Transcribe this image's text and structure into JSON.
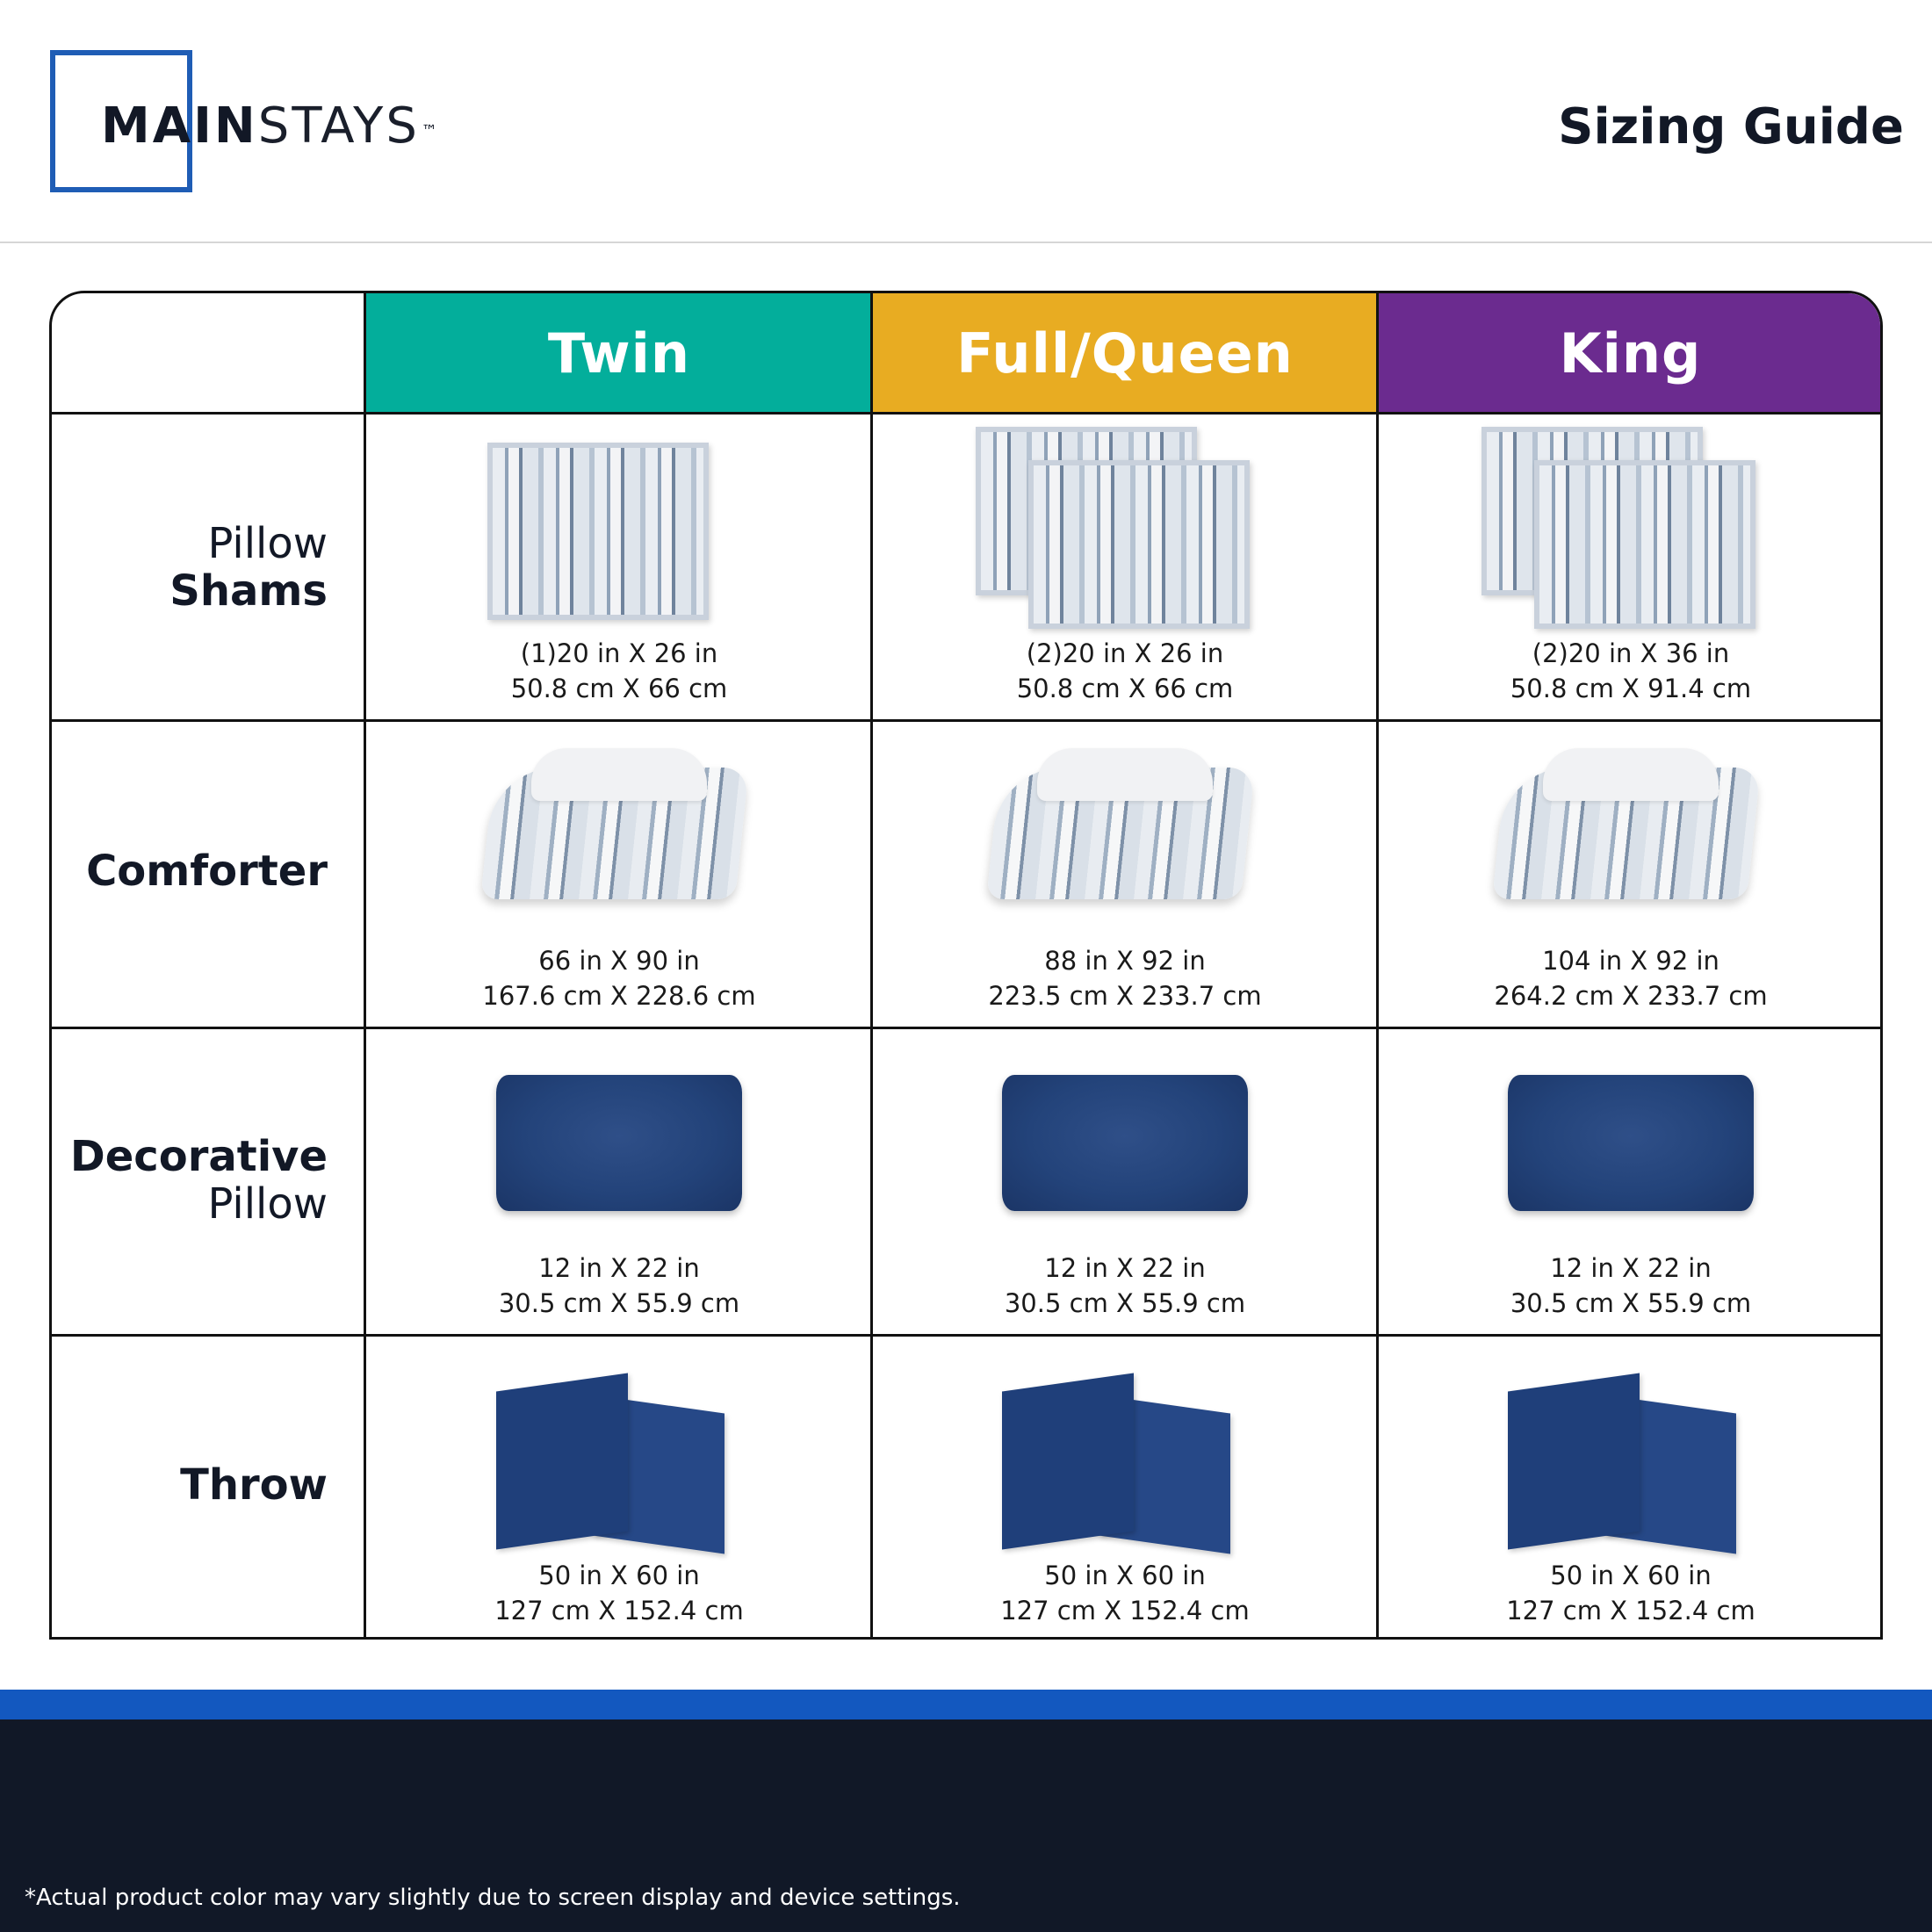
{
  "brand": {
    "name_bold": "MAIN",
    "name_light": "STAYS",
    "trademark": "™"
  },
  "page_title": "Sizing Guide",
  "columns": [
    {
      "label": "Twin",
      "color": "#03ae9b"
    },
    {
      "label": "Full/Queen",
      "color": "#e8ac22"
    },
    {
      "label": "King",
      "color": "#6b2b8f"
    }
  ],
  "rows": [
    {
      "label_normal_top": "Pillow",
      "label_bold": "Shams",
      "label_normal_bottom": "",
      "item": "pillow-sham",
      "cells": [
        {
          "line1": "(1)20 in X 26 in",
          "line2": "50.8 cm X 66 cm"
        },
        {
          "line1": "(2)20 in X 26 in",
          "line2": "50.8 cm X 66 cm"
        },
        {
          "line1": "(2)20 in X 36 in",
          "line2": "50.8 cm X 91.4 cm"
        }
      ]
    },
    {
      "label_normal_top": "",
      "label_bold": "Comforter",
      "label_normal_bottom": "",
      "item": "comforter",
      "cells": [
        {
          "line1": "66 in X 90 in",
          "line2": "167.6 cm X 228.6 cm"
        },
        {
          "line1": "88 in X 92 in",
          "line2": "223.5 cm X 233.7 cm"
        },
        {
          "line1": "104 in X 92 in",
          "line2": "264.2 cm X 233.7 cm"
        }
      ]
    },
    {
      "label_normal_top": "",
      "label_bold": "Decorative",
      "label_normal_bottom": "Pillow",
      "item": "decorative-pillow",
      "cells": [
        {
          "line1": "12 in X 22 in",
          "line2": "30.5 cm X 55.9 cm"
        },
        {
          "line1": "12 in X 22 in",
          "line2": "30.5 cm X 55.9 cm"
        },
        {
          "line1": "12 in X 22 in",
          "line2": "30.5 cm X 55.9 cm"
        }
      ]
    },
    {
      "label_normal_top": "",
      "label_bold": "Throw",
      "label_normal_bottom": "",
      "item": "throw",
      "cells": [
        {
          "line1": "50 in X 60 in",
          "line2": "127 cm X 152.4 cm"
        },
        {
          "line1": "50 in X 60 in",
          "line2": "127 cm X 152.4 cm"
        },
        {
          "line1": "50 in X 60 in",
          "line2": "127 cm X 152.4 cm"
        }
      ]
    }
  ],
  "footer": {
    "disclaimer": "*Actual product color may vary slightly due to screen display and device settings."
  }
}
